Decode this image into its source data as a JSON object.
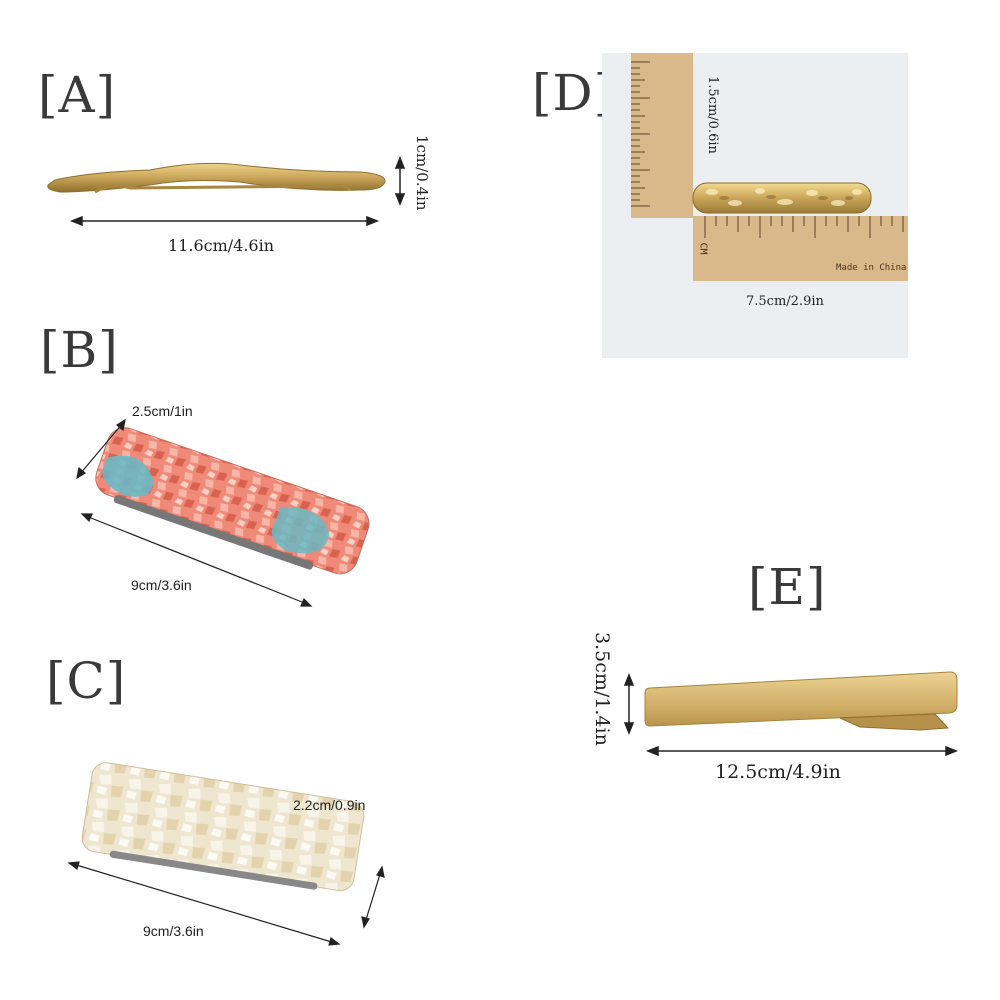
{
  "items": [
    {
      "letter": "[A]",
      "length": "11.6cm/4.6in",
      "height": "1cm/0.4in"
    },
    {
      "letter": "[B]",
      "length": "9cm/3.6in",
      "height": "2.5cm/1in"
    },
    {
      "letter": "[C]",
      "length": "9cm/3.6in",
      "height": "2.2cm/0.9in"
    },
    {
      "letter": "[D]",
      "length": "7.5cm/2.9in",
      "height": "1.5cm/0.6in",
      "ruler_unit": "CM",
      "ruler_imprint": "Made in China"
    },
    {
      "letter": "[E]",
      "length": "12.5cm/4.9in",
      "height": "3.5cm/1.4in"
    }
  ],
  "colors": {
    "gold": "#c9a55a",
    "gold_dark": "#8f6f2c",
    "coral": "#ef8a78",
    "teal": "#6ab8c4",
    "cream": "#efe6cf",
    "ruler_wood": "#d9b98a",
    "photo_bg": "#eceff2"
  }
}
